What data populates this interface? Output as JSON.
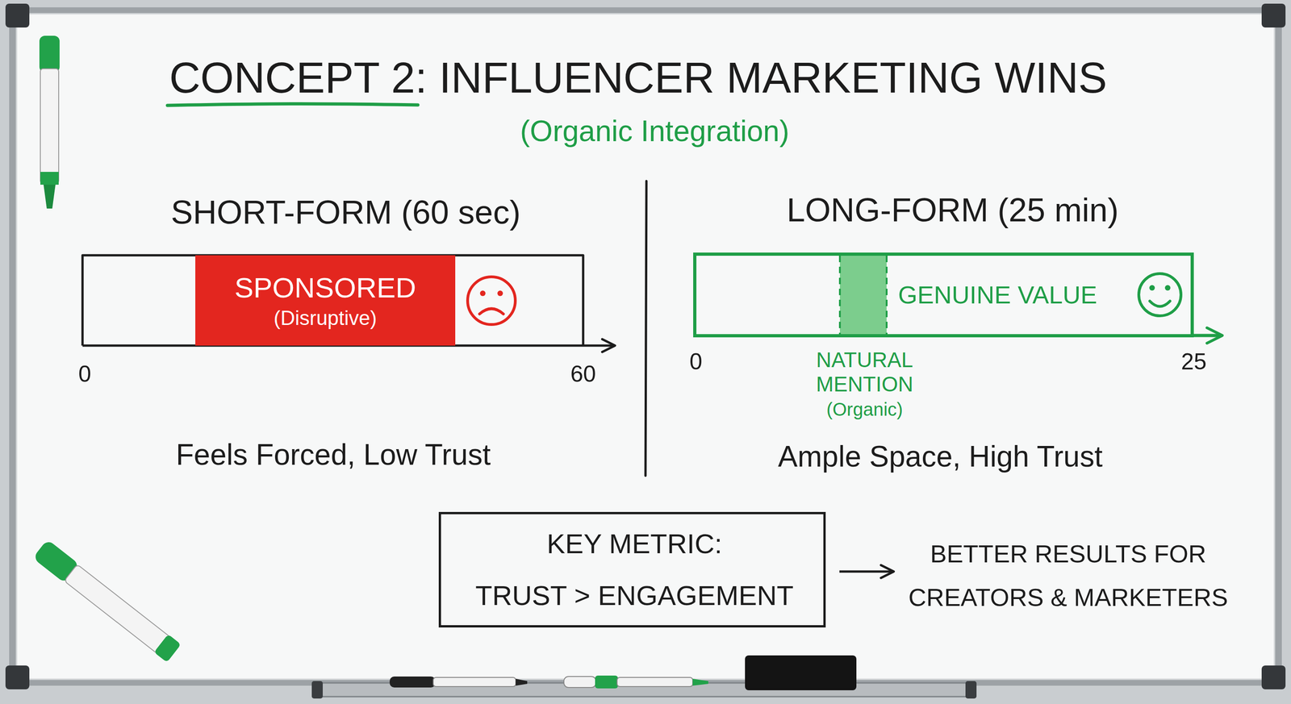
{
  "diagram": {
    "title": "CONCEPT 2: INFLUENCER MARKETING WINS",
    "nodes": [
      {
        "text": [
          "SPONSORED",
          "(Disruptive)"
        ]
      },
      {
        "text": [
          "GENUINE VALUE"
        ]
      },
      {
        "text": [
          "KEY METRIC:",
          "TRUST > ENGAGEMENT"
        ]
      }
    ],
    "labels": [
      "(Organic Integration)",
      "SHORT-FORM (60 sec)",
      "0",
      "60",
      "Feels Forced, Low Trust",
      "LONG-FORM (25 min)",
      "0",
      "25",
      "NATURAL MENTION",
      "(Organic)",
      "Ample Space, High Trust",
      "BETTER RESULTS FOR CREATORS & MARKETERS"
    ]
  }
}
